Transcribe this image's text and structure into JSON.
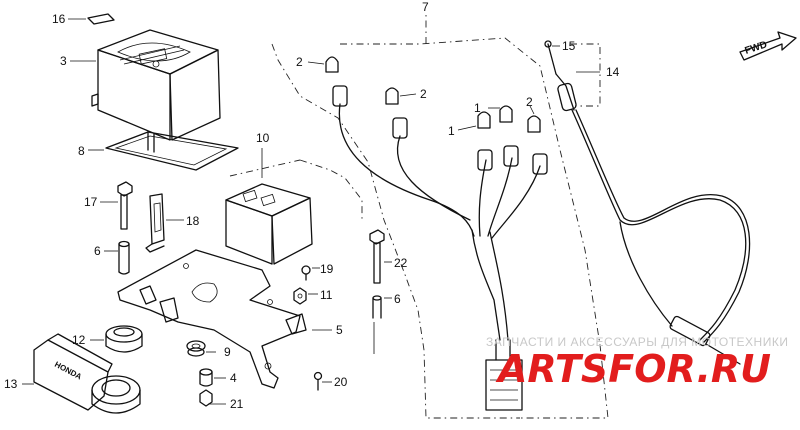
{
  "diagram": {
    "callouts": {
      "c16": "16",
      "c3": "3",
      "c8": "8",
      "c17": "17",
      "c6a": "6",
      "c18": "18",
      "c10": "10",
      "c12": "12",
      "c13": "13",
      "c9": "9",
      "c4": "4",
      "c21": "21",
      "c19": "19",
      "c11": "11",
      "c22": "22",
      "c6b": "6",
      "c5": "5",
      "c20": "20",
      "c7": "7",
      "c2a": "2",
      "c2b": "2",
      "c1a": "1",
      "c1b": "1",
      "c2c": "2",
      "c15": "15",
      "c14": "14"
    },
    "direction_label": "FWD",
    "cover_marking": "HONDA"
  },
  "watermark": {
    "tagline": "ЗАПЧАСТИ И АКСЕССУАРЫ ДЛЯ МОТОТЕХНИКИ",
    "logo_text": "ARTSFOR.RU",
    "color": "#e21d1d"
  },
  "colors": {
    "ink": "#111111",
    "background": "#ffffff"
  }
}
